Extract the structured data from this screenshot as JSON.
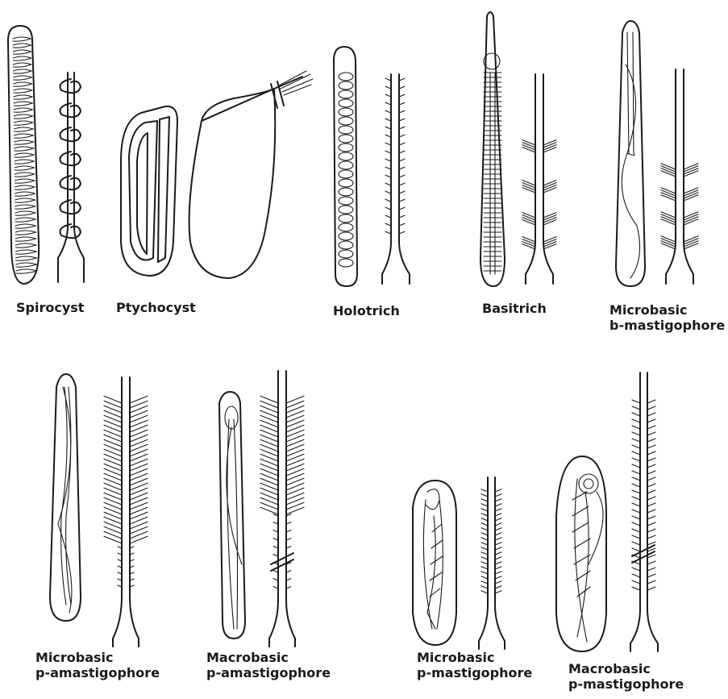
{
  "labels": {
    "spirocyst": "Spirocyst",
    "ptychocyst": "Ptychocyst",
    "holotrich": "Holotrich",
    "basitrich": "Basitrich",
    "microbasic_b": [
      "Microbasic",
      "b-mastigophore"
    ],
    "microbasic_p_amastigophore": [
      "Microbasic",
      "p-amastigophore"
    ],
    "macrobasic_p_amastigophore": [
      "Macrobasic",
      "p-amastigophore"
    ],
    "microbasic_p_mastigophore": [
      "Microbasic",
      "p-mastigophore"
    ],
    "macrobasic_p_mastigophore": [
      "Macrobasic",
      "p-mastigophore"
    ]
  },
  "colors": {
    "ink": "#1a1a1a",
    "background": "#ffffff"
  }
}
